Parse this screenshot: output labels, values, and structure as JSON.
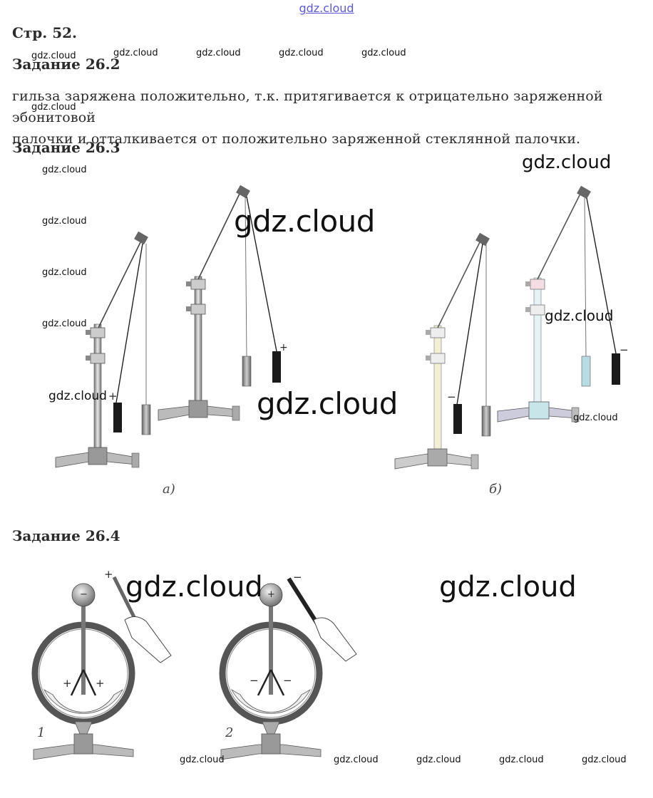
{
  "header": {
    "site_watermark": "gdz.cloud"
  },
  "page_ref": "Стр. 52.",
  "tasks": [
    {
      "heading": "Задание 26.2",
      "answer_line1": "гильза заряжена положительно, т.к. притягивается к отрицательно заряженной эбонитовой",
      "answer_line2": "палочки и отталкивается от положительно заряженной стеклянной палочки."
    },
    {
      "heading": "Задание 26.3"
    },
    {
      "heading": "Задание 26.4"
    }
  ],
  "figure_26_3": {
    "label_a": "а)",
    "label_b": "б)",
    "charge_a_left": "+",
    "charge_a_right": "+",
    "charge_b_left": "−",
    "charge_b_right": "−"
  },
  "figure_26_4": {
    "label_1": "1",
    "label_2": "2",
    "rod_charge_1": "+",
    "rod_charge_2": "−",
    "ball_charge_1": "−",
    "ball_charge_2": "+",
    "leaf_charge_1": "+",
    "leaf_charge_2": "−"
  },
  "watermark": "gdz.cloud",
  "colors": {
    "header_watermark": "#5a5ad8",
    "text": "#2b2b2b"
  }
}
